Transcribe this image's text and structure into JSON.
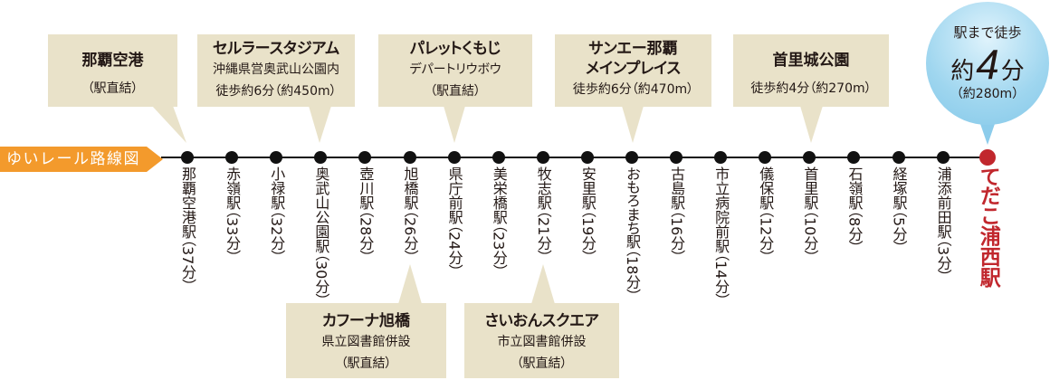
{
  "route_label": "ゆいレール路線図",
  "stations": [
    {
      "name": "那覇空港駅",
      "time": "（37分）"
    },
    {
      "name": "赤嶺駅",
      "time": "（33分）"
    },
    {
      "name": "小禄駅",
      "time": "（32分）"
    },
    {
      "name": "奥武山公園駅",
      "time": "（30分）"
    },
    {
      "name": "壺川駅",
      "time": "（28分）"
    },
    {
      "name": "旭橋駅",
      "time": "（26分）"
    },
    {
      "name": "県庁前駅",
      "time": "（24分）"
    },
    {
      "name": "美栄橋駅",
      "time": "（23分）"
    },
    {
      "name": "牧志駅",
      "time": "（21分）"
    },
    {
      "name": "安里駅",
      "time": "（19分）"
    },
    {
      "name": "おもろまち駅",
      "time": "（18分）"
    },
    {
      "name": "古島駅",
      "time": "（16分）"
    },
    {
      "name": "市立病院前駅",
      "time": "（14分）"
    },
    {
      "name": "儀保駅",
      "time": "（12分）"
    },
    {
      "name": "首里駅",
      "time": "（10分）"
    },
    {
      "name": "石嶺駅",
      "time": "（8分）"
    },
    {
      "name": "経塚駅",
      "time": "（5分）"
    },
    {
      "name": "浦添前田駅",
      "time": "（3分）"
    }
  ],
  "destination_station": "てだこ浦西駅",
  "walk_badge": {
    "line1": "駅まで徒歩",
    "prefix": "約",
    "minutes": "4",
    "unit": "分",
    "distance": "（約280m）"
  },
  "callouts": {
    "naha_airport": {
      "title": "那覇空港",
      "note": "（駅直結）"
    },
    "cellular_stadium": {
      "title": "セルラースタジアム",
      "sub": "沖縄県営奥武山公園内",
      "note": "徒歩約6分（約450m）"
    },
    "pallet_kumoji": {
      "title": "パレットくもじ",
      "sub": "デパートリウボウ",
      "note": "（駅直結）"
    },
    "san_a": {
      "title": "サンエー那覇",
      "title2": "メインプレイス",
      "note": "徒歩約6分（約470m）"
    },
    "shurijo_park": {
      "title": "首里城公園",
      "note": "徒歩約4分（約270m）"
    },
    "kafuuna_asahibashi": {
      "title": "カフーナ旭橋",
      "sub": "県立図書館併設",
      "note": "（駅直結）"
    },
    "saion_square": {
      "title": "さいおんスクエア",
      "sub": "市立図書館併設",
      "note": "（駅直結）"
    }
  },
  "colors": {
    "route_label": "#F39A2C",
    "callout": "#E9E2C9",
    "destination": "#C1272D",
    "badge": "#9FD6EF"
  }
}
